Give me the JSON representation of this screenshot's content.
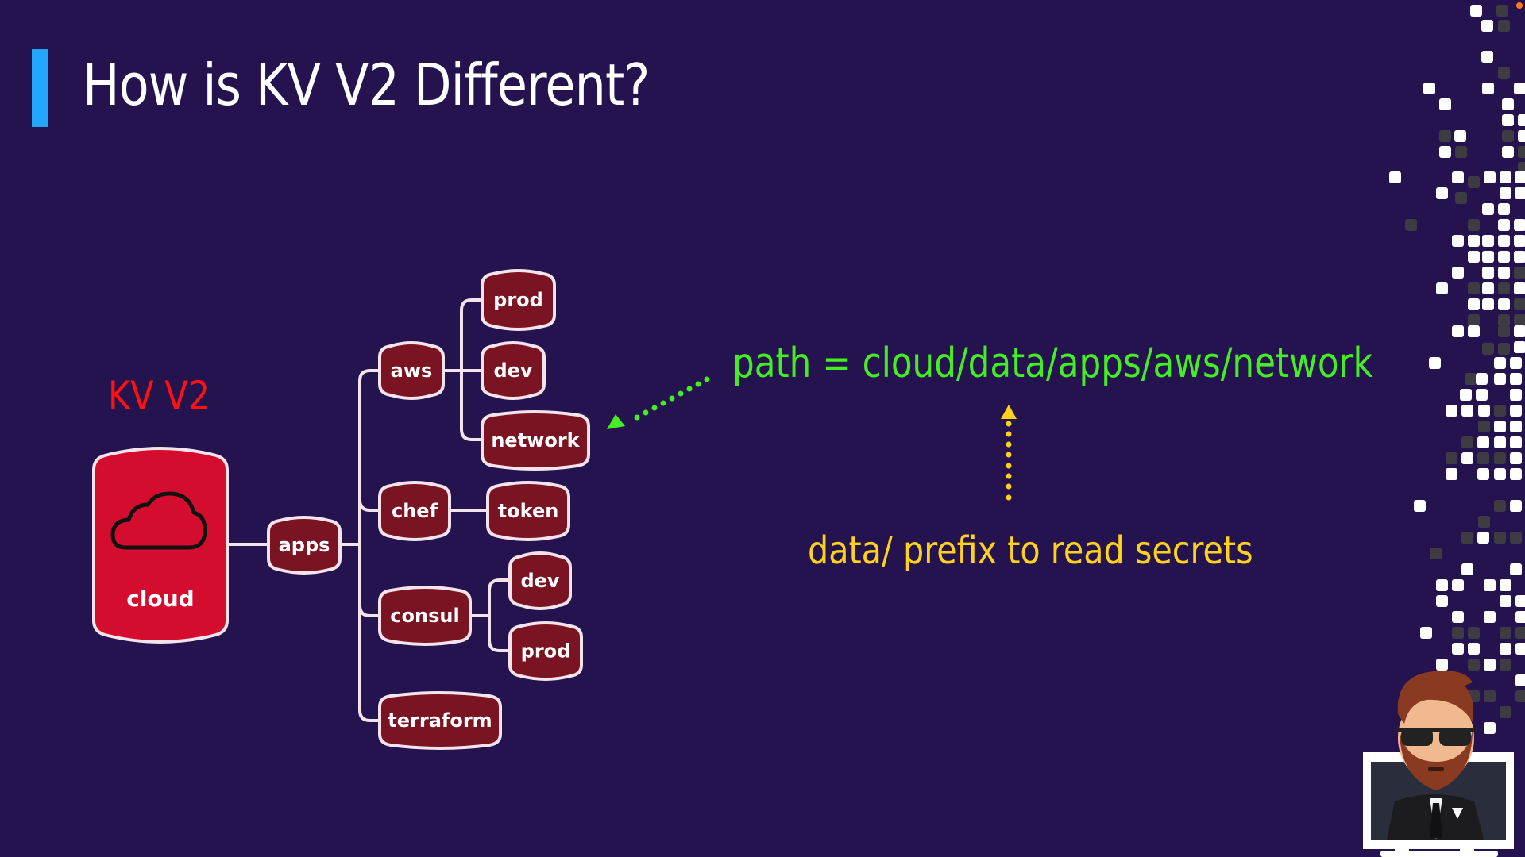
{
  "slide": {
    "title": "How is KV V2 Different?",
    "section_label": "KV V2",
    "accent_color": "#22a7ff",
    "background_color": "#251350"
  },
  "tree": {
    "root": {
      "label": "cloud",
      "icon": "cloud-icon",
      "fill": "#d40c2e"
    },
    "node_fill": "#7a1322",
    "nodes": {
      "apps": "apps",
      "aws": "aws",
      "aws_prod": "prod",
      "aws_dev": "dev",
      "aws_network": "network",
      "chef": "chef",
      "chef_token": "token",
      "consul": "consul",
      "consul_dev": "dev",
      "consul_prod": "prod",
      "terraform": "terraform"
    }
  },
  "annotations": {
    "path": {
      "text": "path = cloud/data/apps/aws/network",
      "color": "#44ee22",
      "points_to": "network"
    },
    "prefix": {
      "text": "data/ prefix to read secrets",
      "color": "#ffd21a",
      "points_to": "data"
    }
  },
  "presenter": {
    "icon": "presenter-avatar-icon"
  }
}
